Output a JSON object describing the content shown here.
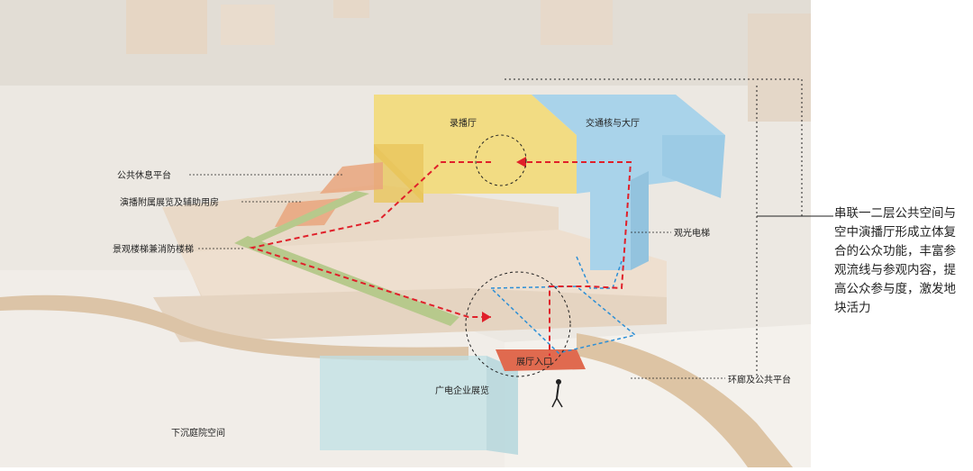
{
  "labels": {
    "recording_hall": "录播厅",
    "lobby": "交通核与大厅",
    "rest_platform": "公共休息平台",
    "aux_room": "演播附属展览及辅助用房",
    "stair": "景观楼梯兼消防楼梯",
    "elevator": "观光电梯",
    "entrance": "展厅入口",
    "corridor": "环廊及公共平台",
    "enterprise": "广电企业展览",
    "sunken": "下沉庭院空间"
  },
  "description": [
    "串联一二层公共空间与",
    "空中演播厅形成立体复",
    "合的公众功能，丰富参",
    "观流线与参观内容，提",
    "高公众参与度，激发地",
    "块活力"
  ],
  "colors": {
    "recording_hall": "#f2dc83",
    "lobby": "#a9d3ea",
    "orange_zone": "#e9a57c",
    "stair_green": "#b7c98c",
    "route_red": "#e0202a",
    "entrance_red": "#e06a4f",
    "enterprise_blue": "#bfe0e6"
  }
}
